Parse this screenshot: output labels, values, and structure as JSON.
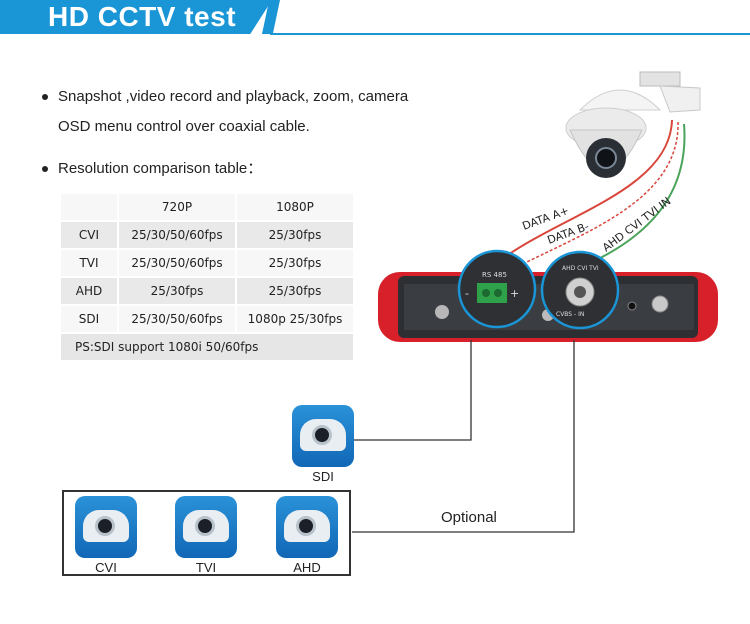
{
  "header": {
    "title": "HD CCTV test"
  },
  "bullets": [
    {
      "line1": "Snapshot ,video record and playback, zoom, camera",
      "line2": "OSD menu control over coaxial cable."
    },
    {
      "line1": "Resolution comparison table："
    }
  ],
  "table": {
    "columns": [
      "",
      "720P",
      "1080P"
    ],
    "rows": [
      {
        "label": "CVI",
        "c720": "25/30/50/60fps",
        "c1080": "25/30fps"
      },
      {
        "label": "TVI",
        "c720": "25/30/50/60fps",
        "c1080": "25/30fps"
      },
      {
        "label": "AHD",
        "c720": "25/30fps",
        "c1080": "25/30fps"
      },
      {
        "label": "SDI",
        "c720": "25/30/50/60fps",
        "c1080": "1080p 25/30fps"
      }
    ],
    "note": "PS:SDI support 1080i 50/60fps"
  },
  "diagram": {
    "data_a": "DATA A+",
    "data_b": "DATA B-",
    "ahd_in": "AHD CVI TVI IN",
    "rs485": "RS 485",
    "port_label": "AHD CVI TVI",
    "cvbs_in": "CVBS - IN",
    "optional": "Optional"
  },
  "icons": [
    {
      "label": "SDI"
    },
    {
      "label": "CVI"
    },
    {
      "label": "TVI"
    },
    {
      "label": "AHD"
    }
  ],
  "colors": {
    "accent": "#1a95d6",
    "red_wire": "#d9463b",
    "green_wire": "#4aa35a",
    "device_red": "#d8202a"
  }
}
